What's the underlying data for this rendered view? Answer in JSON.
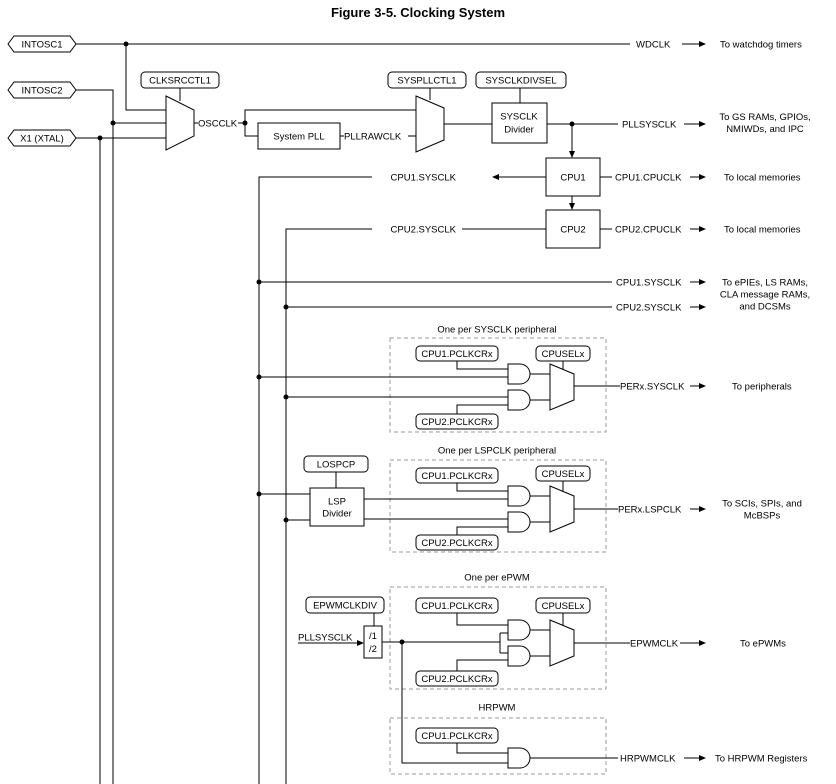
{
  "title": "Figure 3-5. Clocking System",
  "sources": {
    "intosc1": "INTOSC1",
    "intosc2": "INTOSC2",
    "x1": "X1 (XTAL)"
  },
  "registers": {
    "clksrcctl1": "CLKSRCCTL1",
    "syspllctl1": "SYSPLLCTL1",
    "sysclkdivsel": "SYSCLKDIVSEL",
    "lospcp": "LOSPCP",
    "epwmclkdiv": "EPWMCLKDIV",
    "cpu1_pclkcrx": "CPU1.PCLKCRx",
    "cpu2_pclkcrx": "CPU2.PCLKCRx",
    "cpuselx": "CPUSELx"
  },
  "blocks": {
    "system_pll": "System PLL",
    "sysclk_divider": [
      "SYSCLK",
      "Divider"
    ],
    "cpu1": "CPU1",
    "cpu2": "CPU2",
    "lsp_divider": [
      "LSP",
      "Divider"
    ],
    "div_1": "/1",
    "div_2": "/2"
  },
  "signals": {
    "wdclk": "WDCLK",
    "oscclk": "OSCCLK",
    "pllrawclk": "PLLRAWCLK",
    "pllsysclk": "PLLSYSCLK",
    "cpu1_sysclk": "CPU1.SYSCLK",
    "cpu2_sysclk": "CPU2.SYSCLK",
    "cpu1_cpuclk": "CPU1.CPUCLK",
    "cpu2_cpuclk": "CPU2.CPUCLK",
    "perx_sysclk": "PERx.SYSCLK",
    "perx_lspclk": "PERx.LSPCLK",
    "epwmclk": "EPWMCLK",
    "hrpwmclk": "HRPWMCLK",
    "pllsysclk_in": "PLLSYSCLK"
  },
  "groups": {
    "sysclk_peripheral": "One per SYSCLK peripheral",
    "lspclk_peripheral": "One per LSPCLK peripheral",
    "epwm": "One per ePWM",
    "hrpwm": "HRPWM"
  },
  "destinations": {
    "watchdog": "To watchdog timers",
    "gs_rams": [
      "To GS RAMs, GPIOs,",
      "NMIWDs, and IPC"
    ],
    "local_memories_1": "To local memories",
    "local_memories_2": "To local memories",
    "epies": [
      "To ePIEs, LS RAMs,",
      "CLA message RAMs,",
      "and DCSMs"
    ],
    "peripherals": "To peripherals",
    "scis": [
      "To SCIs, SPIs, and",
      "McBSPs"
    ],
    "epwms": "To ePWMs",
    "hrpwm_registers": "To HRPWM Registers"
  }
}
